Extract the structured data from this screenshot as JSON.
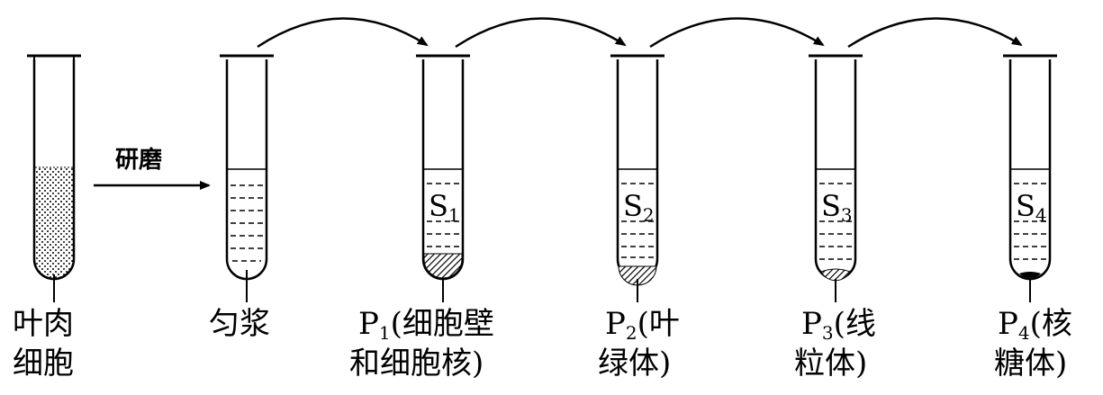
{
  "arrow_label": "研磨",
  "tubes": [
    {
      "id": "leaf",
      "caption": [
        "叶肉",
        "细胞"
      ]
    },
    {
      "id": "homogenate",
      "caption": [
        "匀浆"
      ]
    },
    {
      "id": "t1",
      "supernatant": "S",
      "supernatant_sub": "1",
      "pellet": "P",
      "pellet_sub": "1",
      "caption_tail": [
        "(细胞壁",
        "和细胞核)"
      ]
    },
    {
      "id": "t2",
      "supernatant": "S",
      "supernatant_sub": "2",
      "pellet": "P",
      "pellet_sub": "2",
      "caption_tail": [
        "(叶",
        "绿体)"
      ]
    },
    {
      "id": "t3",
      "supernatant": "S",
      "supernatant_sub": "3",
      "pellet": "P",
      "pellet_sub": "3",
      "caption_tail": [
        "(线",
        "粒体)"
      ]
    },
    {
      "id": "t4",
      "supernatant": "S",
      "supernatant_sub": "4",
      "pellet": "P",
      "pellet_sub": "4",
      "caption_tail": [
        "(核",
        "糖体)"
      ]
    }
  ]
}
